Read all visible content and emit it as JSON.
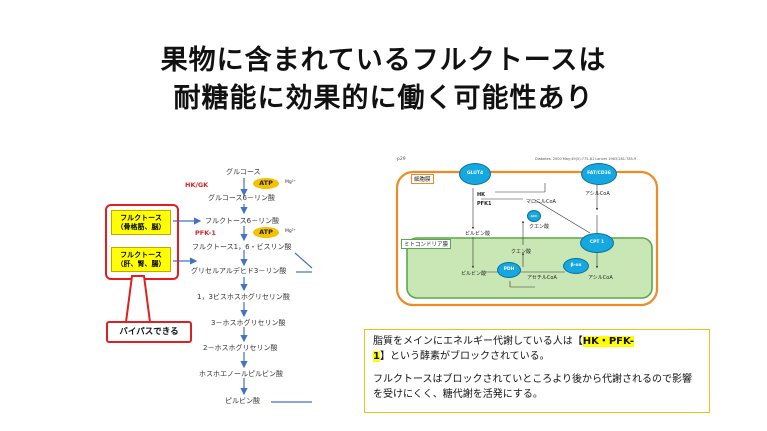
{
  "title": {
    "line1": "果物に含まれているフルクトースは",
    "line2": "耐糖能に効果的に働く可能性あり"
  },
  "pathway": {
    "steps": [
      "グルコース",
      "グルコース6－リン酸",
      "フルクトース6－リン酸",
      "フルクトース1，6・ビスリン酸",
      "グリセルアルデヒド3－リン酸",
      "1，3ビスホスホグリセリン酸",
      "3－ホスホグリセリン酸",
      "2－ホスホグリセリン酸",
      "ホスホエノールピルビン酸",
      "ピルビン酸"
    ],
    "enzyme1": "HK/GK",
    "enzyme2": "PFK-1",
    "atp": "ATP",
    "mg": "Mg²⁺",
    "fructose_box1_line1": "フルクトース",
    "fructose_box1_line2": "（骨格筋、脳）",
    "fructose_box2_line1": "フルクトース",
    "fructose_box2_line2": "（肝、腎、腸）",
    "bypass_label": "バイパスできる"
  },
  "figure": {
    "page_no": "p29",
    "citation": "Diabetes. 2000 May;49(5):775-81   Lancet 1963;281:785-9",
    "cell_membrane": "細胞膜",
    "mitochondria": "ミトコンドリア膜",
    "glut": "GLUT4",
    "fat": "FAT/CD36",
    "hk": "HK",
    "pfk": "PFK1",
    "malonyl": "マロニルCoA",
    "acylcoa_top": "アシルCoA",
    "citrate_top": "クエン酸",
    "pyruvate_top": "ピルビン酸",
    "cpt1": "CPT 1",
    "citrate_mito": "クエン酸",
    "pdh": "PDH",
    "box": "β-ox",
    "pyruvate_mito": "ピルビン酸",
    "acetylcoa": "アセチルCoA",
    "acylcoa_mito": "アシルCoA",
    "small_node": "ACC"
  },
  "note": {
    "line1_pre": "脂質をメインにエネルギー代謝している人は【",
    "line1_hl": "HK・PFK-",
    "line2_hl": "1",
    "line2_post": "】という酵素がブロックされている。",
    "para2": "フルクトースはブロックされていところより後から代謝されるので影響を受けにくく、糖代謝を活発にする。"
  },
  "colors": {
    "red": "#e02020",
    "yellow": "#ffff00",
    "atp": "#f5c200",
    "arrow": "#4472c4",
    "membrane": "#f08a24",
    "mito_fill": "#c9e7b5",
    "mito_border": "#5aa84a",
    "node": "#14a7e0"
  }
}
